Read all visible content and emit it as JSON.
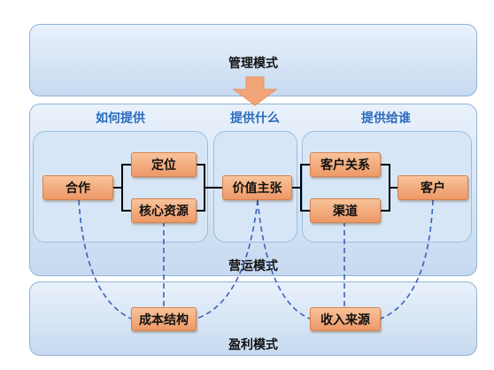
{
  "bands": {
    "management": "管理模式",
    "operation": "营运模式",
    "profit": "盈利模式"
  },
  "sections": {
    "how": "如何提供",
    "what": "提供什么",
    "who": "提供给谁"
  },
  "nodes": {
    "cooperation": "合作",
    "positioning": "定位",
    "core_resources": "核心资源",
    "value_proposition": "价值主张",
    "customer_relationship": "客户关系",
    "channels": "渠道",
    "customers": "客户",
    "cost_structure": "成本结构",
    "revenue_sources": "收入来源"
  },
  "colors": {
    "box_fill": "#f0a070",
    "band_fill": "#d5e4f5",
    "section_text": "#2a6bbd",
    "connector": "#000000",
    "dashed_link": "#3a62b8",
    "arrow": "#f2a578"
  },
  "icons": {
    "arrow": "down-arrow-icon"
  }
}
